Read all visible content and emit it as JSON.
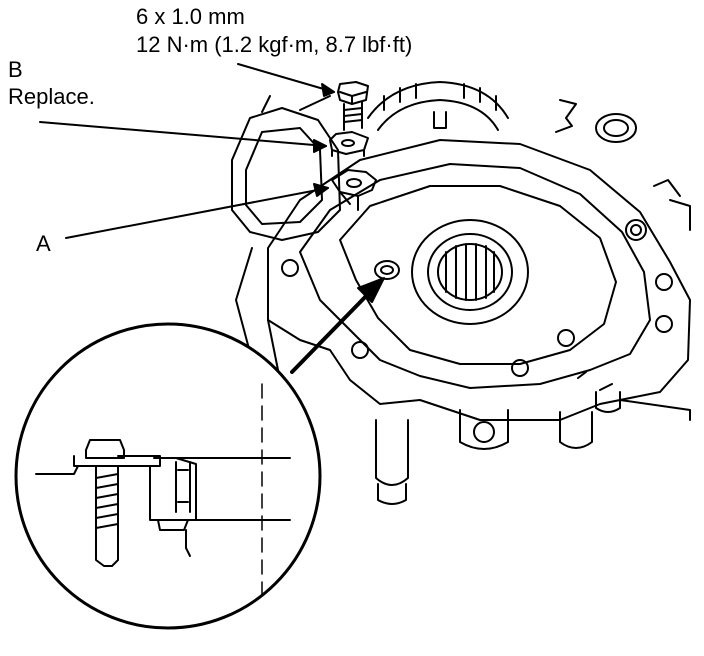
{
  "spec": {
    "bolt_size": "6 x 1.0 mm",
    "torque": "12 N·m (1.2 kgf·m, 8.7 lbf·ft)"
  },
  "callouts": {
    "b_letter": "B",
    "b_note": "Replace.",
    "a_letter": "A"
  },
  "colors": {
    "line": "#000000",
    "background": "#ffffff"
  }
}
